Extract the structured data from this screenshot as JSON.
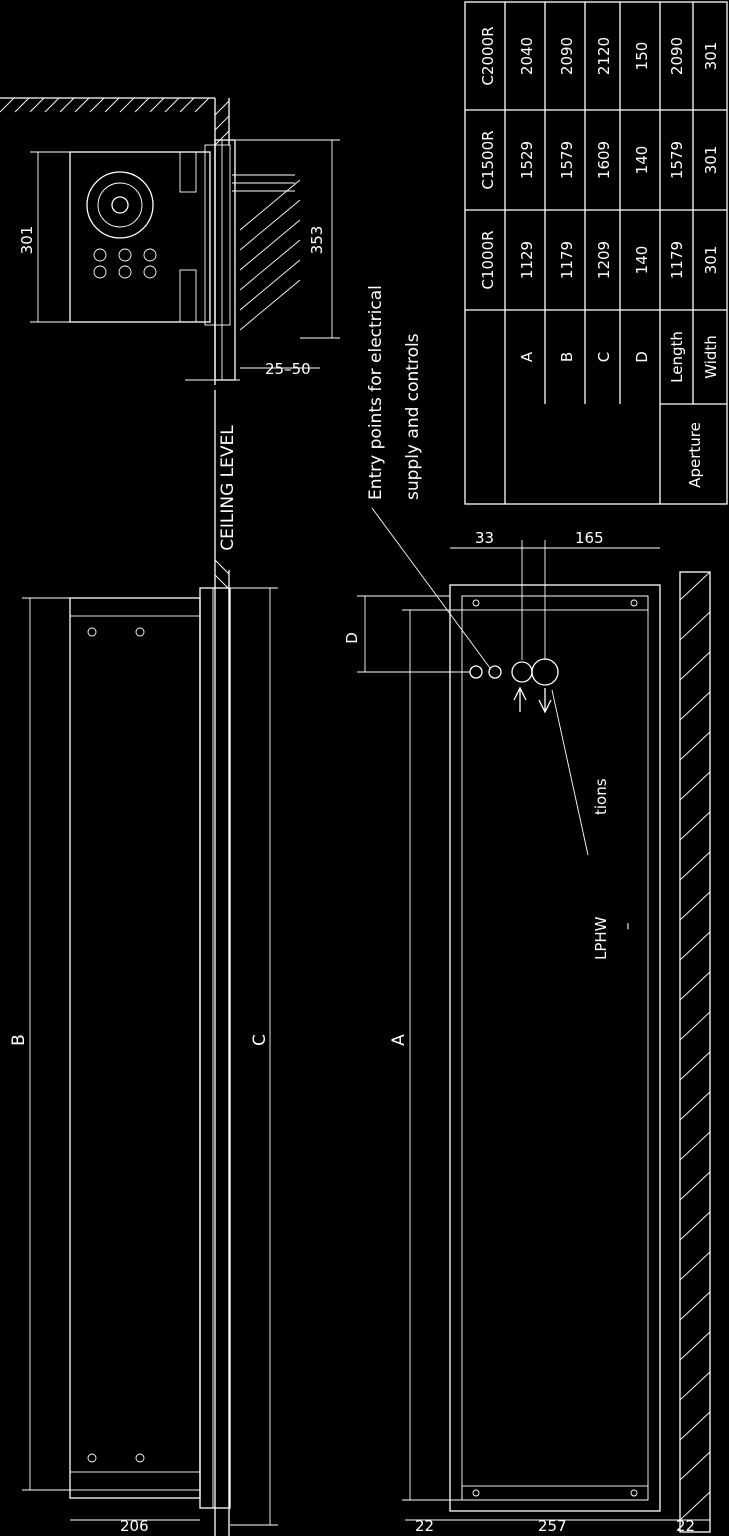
{
  "table": {
    "models": [
      "C1000R",
      "C1500R",
      "C2000R"
    ],
    "rows": [
      {
        "label": "A",
        "values": [
          "1129",
          "1529",
          "2040"
        ]
      },
      {
        "label": "B",
        "values": [
          "1179",
          "1579",
          "2090"
        ]
      },
      {
        "label": "C",
        "values": [
          "1209",
          "1609",
          "2120"
        ]
      },
      {
        "label": "D",
        "values": [
          "140",
          "140",
          "150"
        ]
      },
      {
        "label": "Length",
        "values": [
          "1179",
          "1579",
          "2090"
        ]
      },
      {
        "label": "Width",
        "values": [
          "301",
          "301",
          "301"
        ]
      }
    ],
    "aperture_label": "Aperture"
  },
  "labels": {
    "entry_line1": "Entry points for electrical",
    "entry_line2": "supply and controls",
    "ceiling_level": "CEILING LEVEL",
    "lphw": "LPHW",
    "dash": "–",
    "tions": "tions",
    "dim_A": "A",
    "dim_B": "B",
    "dim_C": "C",
    "dim_D": "D",
    "dim_206": "206",
    "dim_22_left": "22",
    "dim_257": "257",
    "dim_22_right": "22",
    "dim_301": "301",
    "dim_353": "353",
    "dim_25_50": "25–50",
    "dim_33": "33",
    "dim_165": "165"
  }
}
